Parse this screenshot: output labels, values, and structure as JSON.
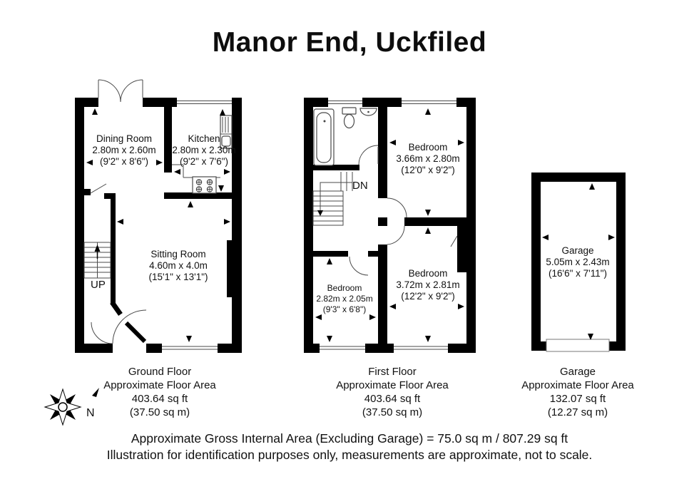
{
  "title": "Manor End, Uckfiled",
  "plans": {
    "ground": {
      "name": "Ground Floor",
      "stair_label": "UP",
      "rooms": {
        "dining": {
          "name": "Dining Room",
          "metric": "2.80m x 2.60m",
          "imperial": "(9'2\" x 8'6\")"
        },
        "kitchen": {
          "name": "Kitchen",
          "metric": "2.80m x 2.30m",
          "imperial": "(9'2\" x 7'6\")"
        },
        "sitting": {
          "name": "Sitting Room",
          "metric": "4.60m x 4.0m",
          "imperial": "(15'1\" x 13'1\")"
        }
      },
      "caption": [
        "Ground Floor",
        "Approximate Floor Area",
        "403.64 sq ft",
        "(37.50 sq m)"
      ]
    },
    "first": {
      "name": "First Floor",
      "stair_label": "DN",
      "rooms": {
        "bedroom1": {
          "name": "Bedroom",
          "metric": "3.66m x 2.80m",
          "imperial": "(12'0\" x 9'2\")"
        },
        "bedroom2": {
          "name": "Bedroom",
          "metric": "3.72m x 2.81m",
          "imperial": "(12'2\" x 9'2\")"
        },
        "bedroom3": {
          "name": "Bedroom",
          "metric": "2.82m x 2.05m",
          "imperial": "(9'3\" x 6'8\")"
        }
      },
      "caption": [
        "First Floor",
        "Approximate Floor Area",
        "403.64 sq ft",
        "(37.50 sq m)"
      ]
    },
    "garage": {
      "name": "Garage",
      "rooms": {
        "garage": {
          "name": "Garage",
          "metric": "5.05m x 2.43m",
          "imperial": "(16'6\" x 7'11\")"
        }
      },
      "caption": [
        "Garage",
        "Approximate Floor Area",
        "132.07 sq ft",
        "(12.27 sq m)"
      ]
    }
  },
  "compass": {
    "label": "N"
  },
  "footer": [
    "Approximate Gross Internal Area (Excluding Garage) = 75.0 sq m / 807.29 sq ft",
    "Illustration for identification purposes only, measurements are approximate, not to scale."
  ],
  "colors": {
    "wall": "#000000",
    "background": "#ffffff",
    "thin_line": "#4a4a4a"
  }
}
